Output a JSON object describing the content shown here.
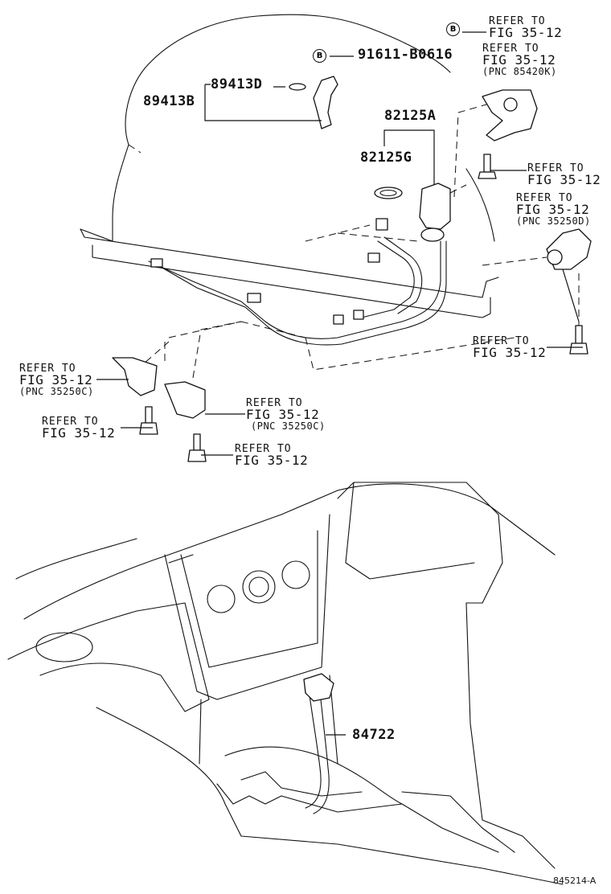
{
  "diagram": {
    "figure_code": "845214-A",
    "callout_letter": "B",
    "parts": {
      "p1": "89413D",
      "p2": "89413B",
      "p3": "91611-B0616",
      "p4": "82125A",
      "p5": "82125G",
      "p6": "84722"
    },
    "refer_line": "REFER TO",
    "fig_line": "FIG 35-12",
    "pnc_85420k": "(PNC 85420K)",
    "pnc_35250d": "(PNC 35250D)",
    "pnc_35250c": "(PNC 35250C)"
  }
}
